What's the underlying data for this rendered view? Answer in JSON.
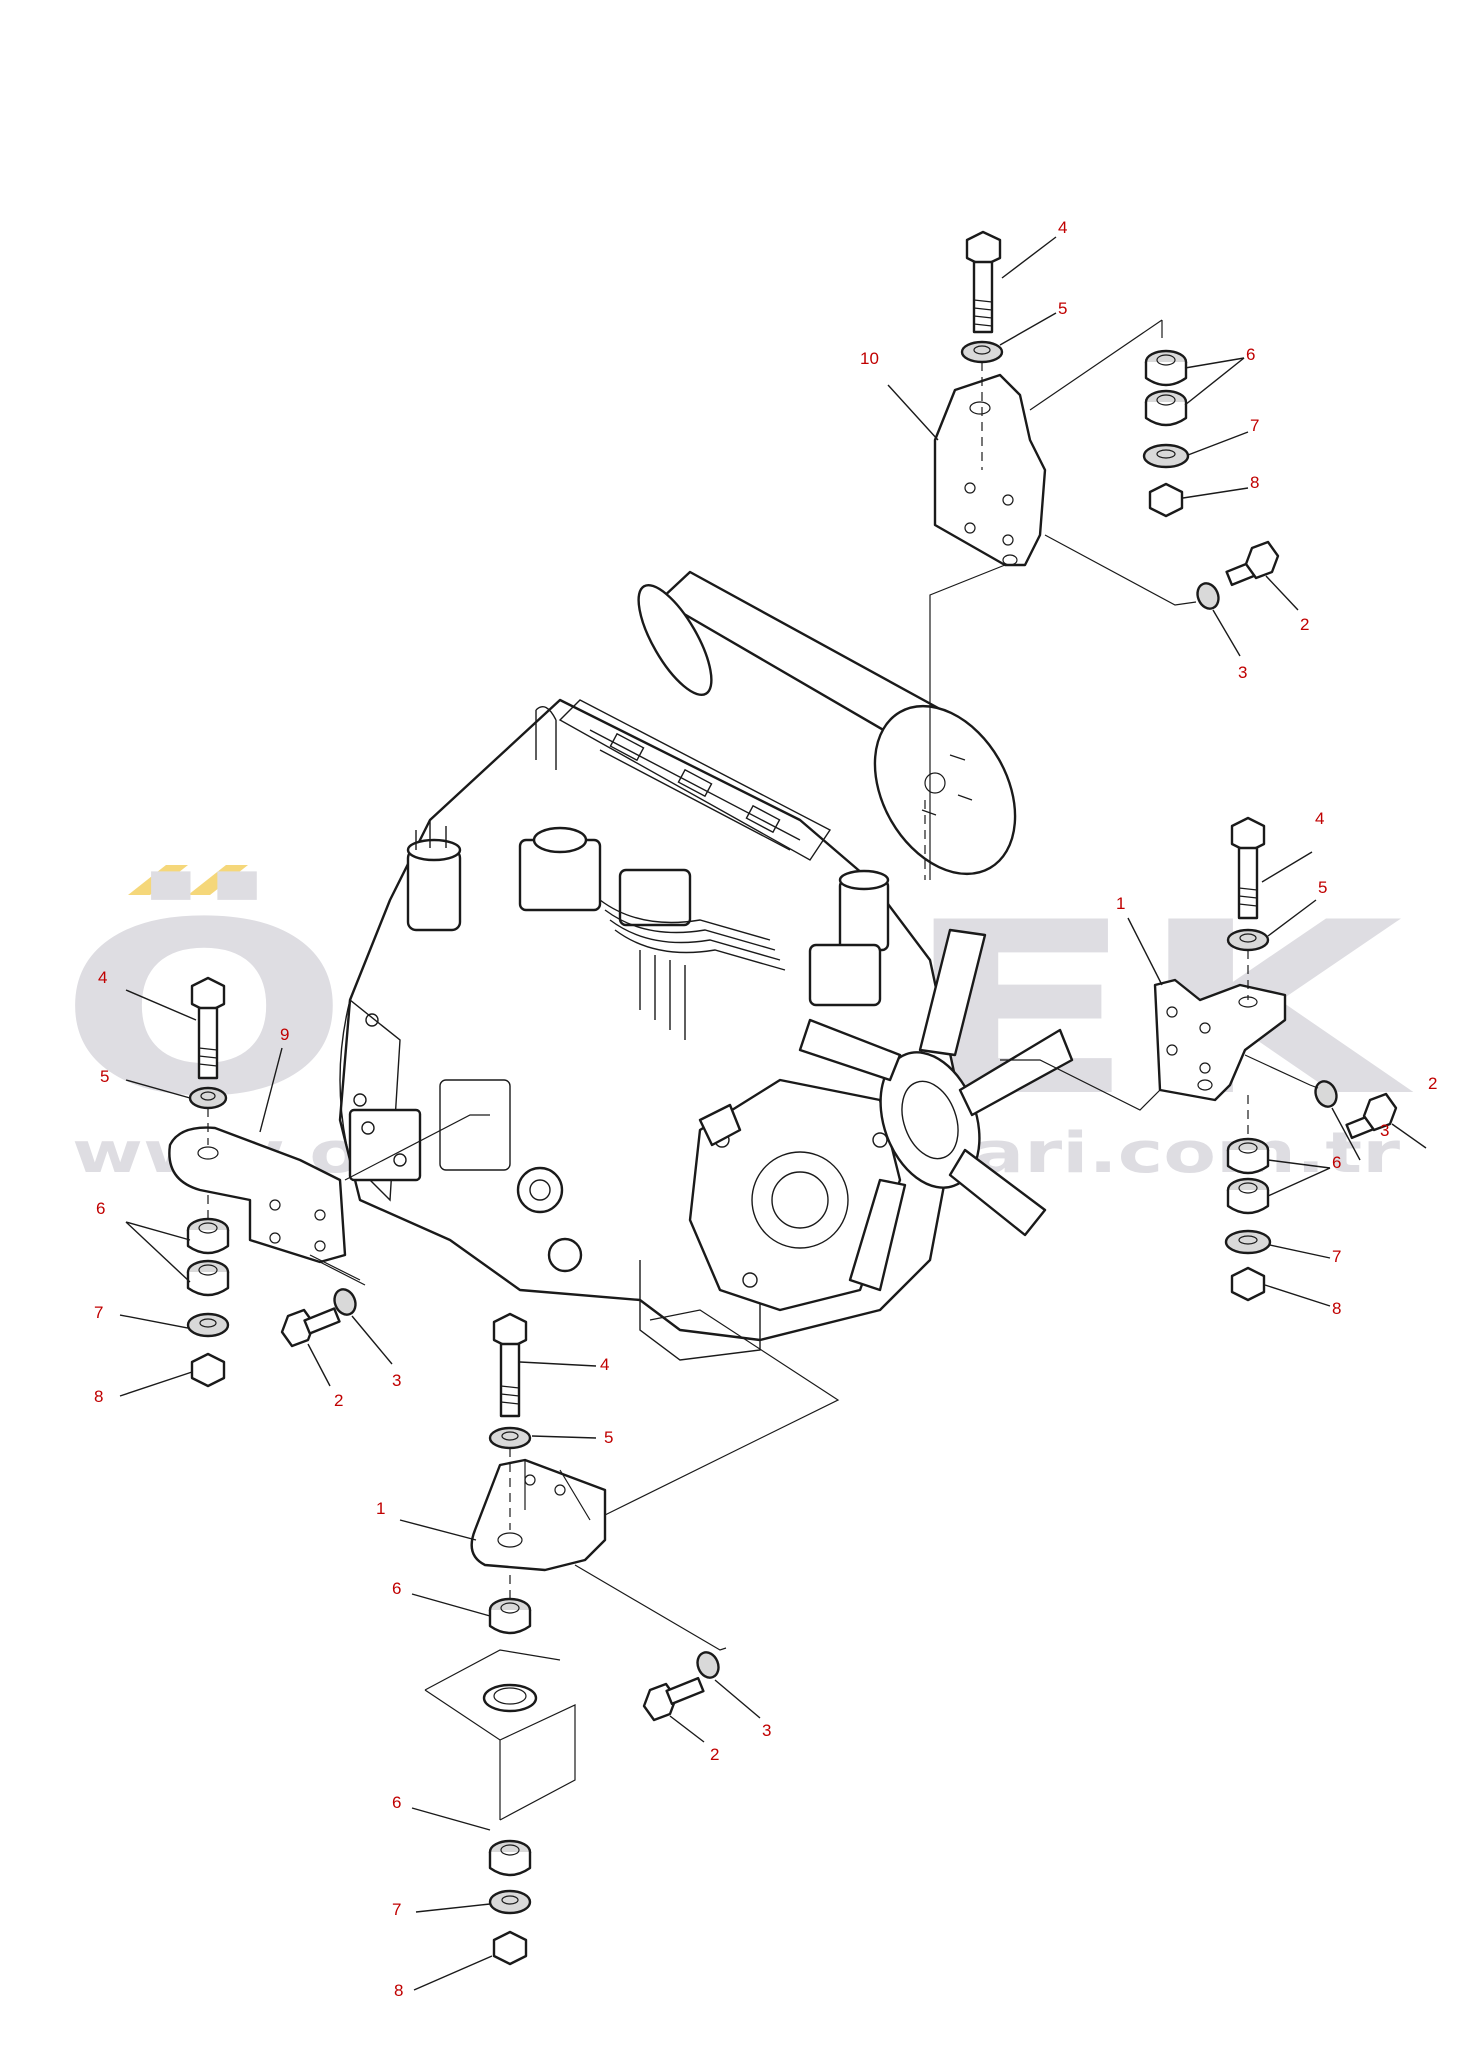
{
  "watermark": {
    "brand": "ÖRNEK",
    "url": "www.ornekişmakinalari.com.tr",
    "accent_color": "#f5d77a",
    "text_color": "#dedde2"
  },
  "callouts": [
    {
      "id": "c-top-4",
      "label": "4"
    },
    {
      "id": "c-top-5",
      "label": "5"
    },
    {
      "id": "c-top-10",
      "label": "10"
    },
    {
      "id": "c-top-6",
      "label": "6"
    },
    {
      "id": "c-top-7",
      "label": "7"
    },
    {
      "id": "c-top-8",
      "label": "8"
    },
    {
      "id": "c-top-2",
      "label": "2"
    },
    {
      "id": "c-top-3",
      "label": "3"
    },
    {
      "id": "c-right-4",
      "label": "4"
    },
    {
      "id": "c-right-5",
      "label": "5"
    },
    {
      "id": "c-right-1",
      "label": "1"
    },
    {
      "id": "c-right-2",
      "label": "2"
    },
    {
      "id": "c-right-3",
      "label": "3"
    },
    {
      "id": "c-right-6",
      "label": "6"
    },
    {
      "id": "c-right-7",
      "label": "7"
    },
    {
      "id": "c-right-8",
      "label": "8"
    },
    {
      "id": "c-left-4",
      "label": "4"
    },
    {
      "id": "c-left-5",
      "label": "5"
    },
    {
      "id": "c-left-9",
      "label": "9"
    },
    {
      "id": "c-left-6",
      "label": "6"
    },
    {
      "id": "c-left-7",
      "label": "7"
    },
    {
      "id": "c-left-8",
      "label": "8"
    },
    {
      "id": "c-left-2",
      "label": "2"
    },
    {
      "id": "c-left-3",
      "label": "3"
    },
    {
      "id": "c-bottom-4",
      "label": "4"
    },
    {
      "id": "c-bottom-5",
      "label": "5"
    },
    {
      "id": "c-bottom-1",
      "label": "1"
    },
    {
      "id": "c-bottom-6a",
      "label": "6"
    },
    {
      "id": "c-bottom-2",
      "label": "2"
    },
    {
      "id": "c-bottom-3",
      "label": "3"
    },
    {
      "id": "c-bottom-6b",
      "label": "6"
    },
    {
      "id": "c-bottom-7",
      "label": "7"
    },
    {
      "id": "c-bottom-8",
      "label": "8"
    }
  ],
  "colors": {
    "callout_text": "#c00000",
    "line_art": "#1a1a1a"
  }
}
